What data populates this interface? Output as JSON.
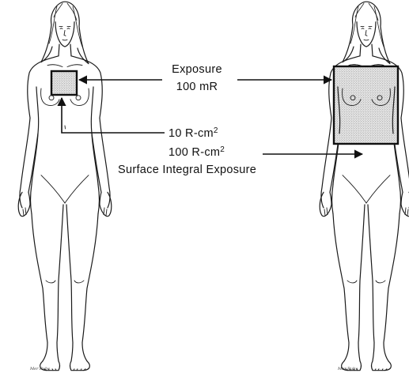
{
  "labels": {
    "exposure_line1": "Exposure",
    "exposure_line2": "100 mR",
    "small_field_value": "10 R-cm",
    "small_field_sup": "2",
    "large_field_value": "100 R-cm",
    "large_field_sup": "2",
    "integral_caption": "Surface Integral Exposure"
  },
  "signatures": {
    "left": "Mer Ruby",
    "right": "Mer Ruby"
  },
  "colors": {
    "ink": "#111111",
    "stipple": "#9a9a9a",
    "background": "#ffffff"
  },
  "figures": {
    "left": "figure-female-anterior",
    "right": "figure-female-anterior"
  }
}
